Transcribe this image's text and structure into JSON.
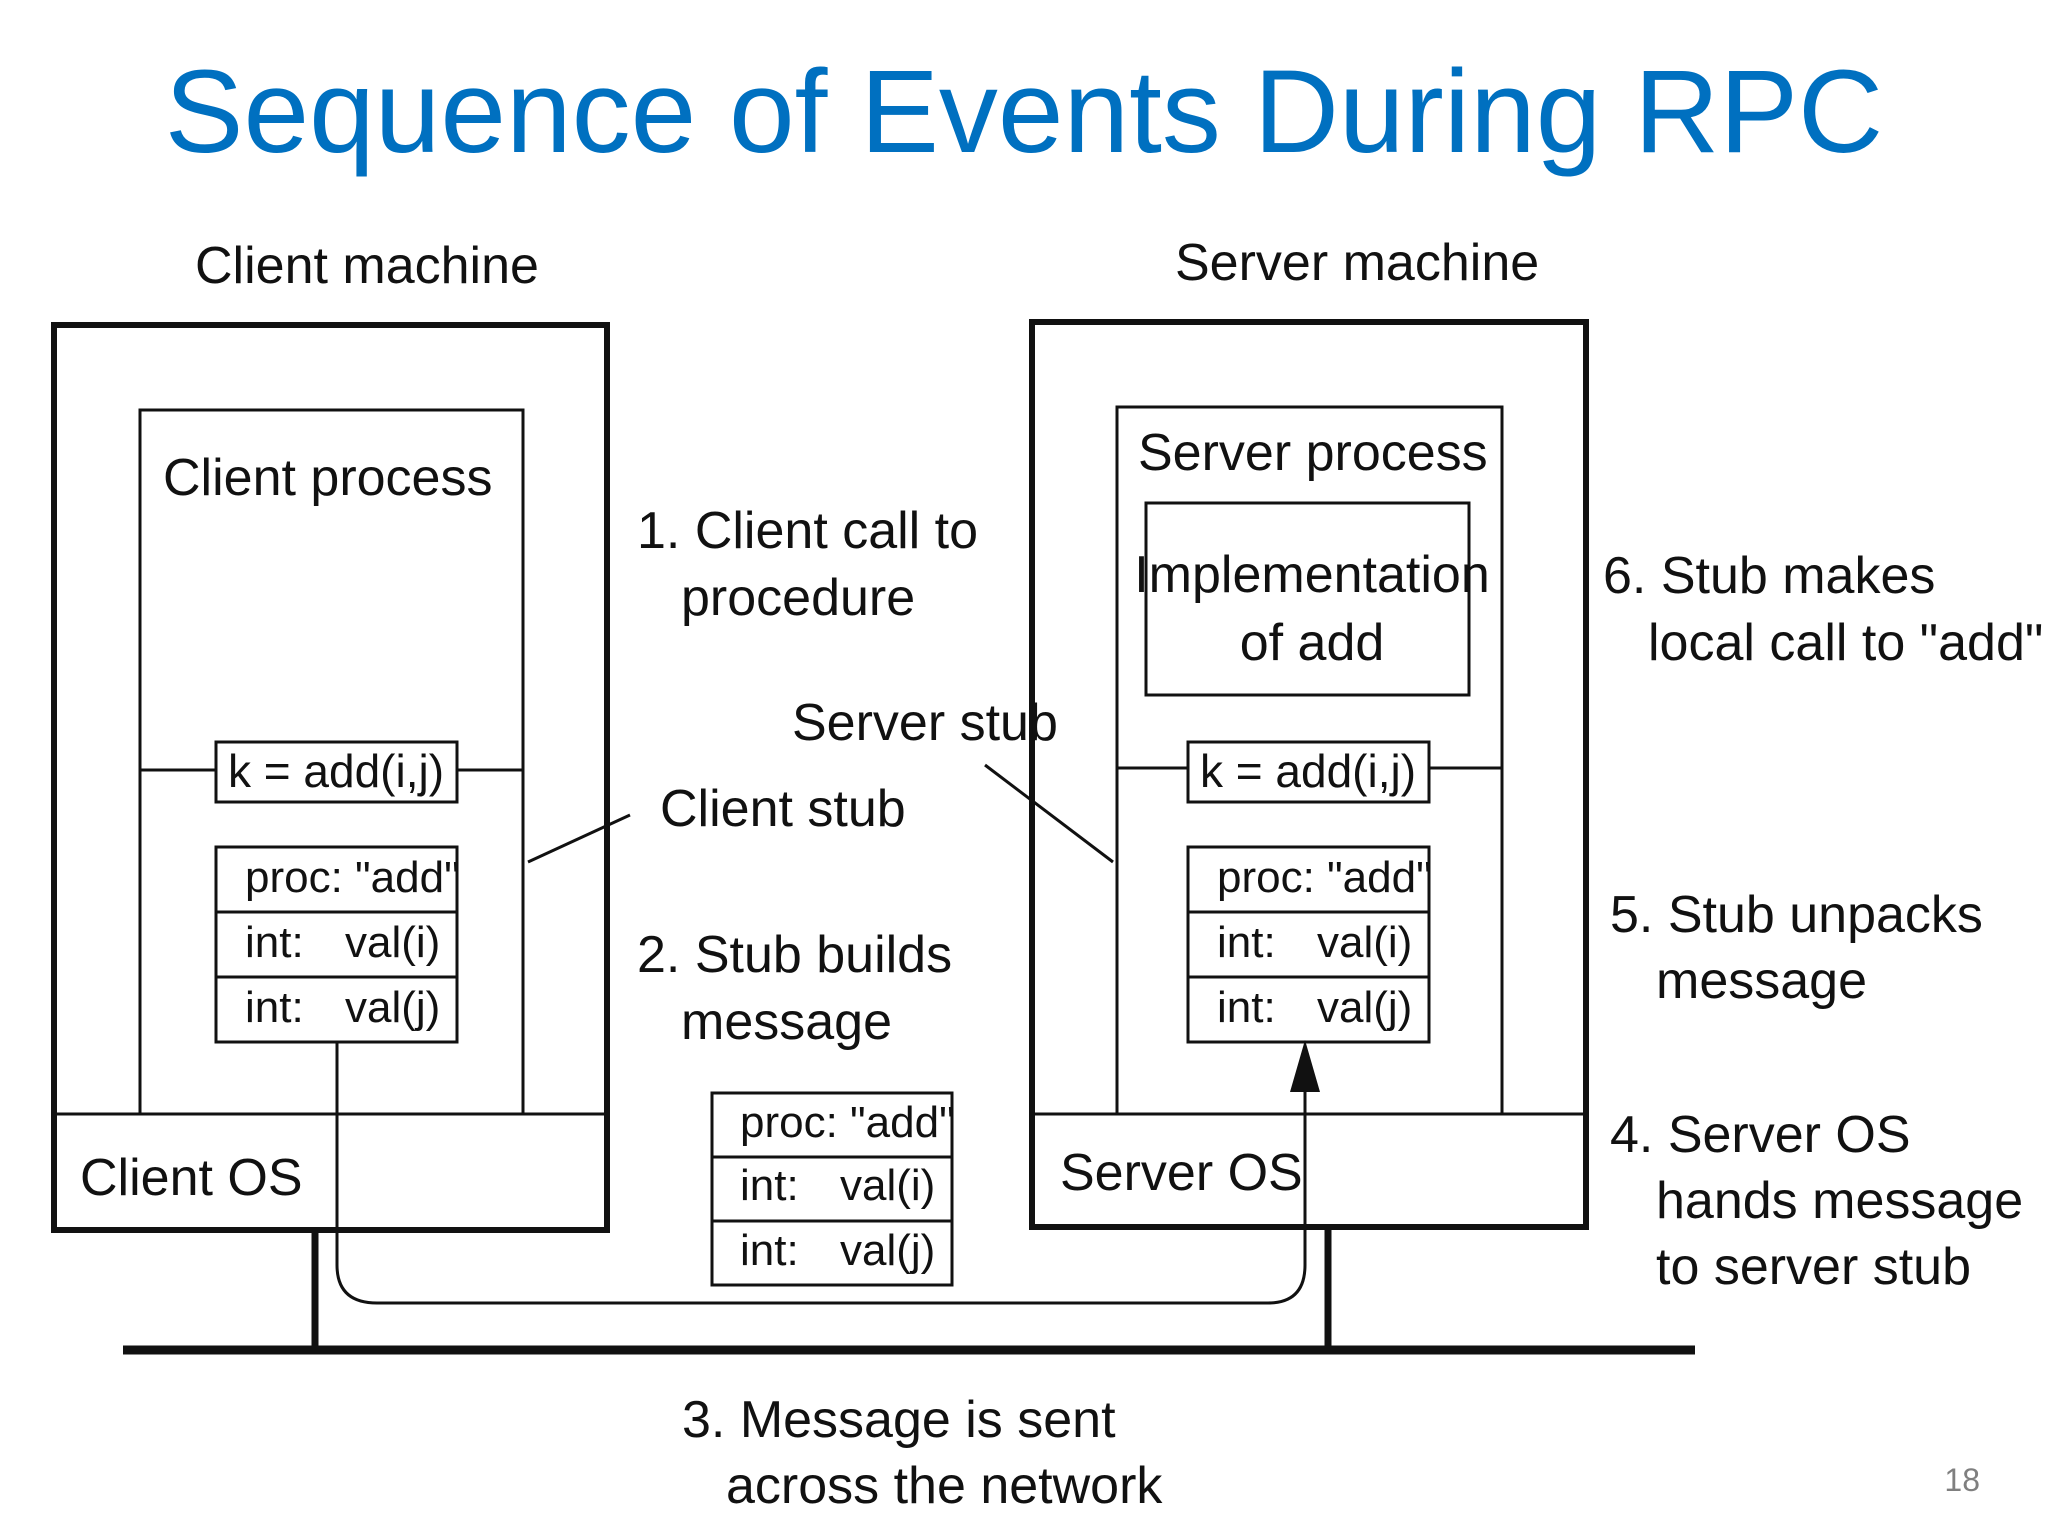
{
  "slide": {
    "title": "Sequence of Events During RPC",
    "page_number": "18"
  },
  "client": {
    "machine_label": "Client machine",
    "process_label": "Client process",
    "os_label": "Client OS",
    "call": "k = add(i,j)",
    "stub_label": "Client stub",
    "message": [
      "proc: \"add\"",
      "int:",
      "val(i)",
      "int:",
      "val(j)"
    ]
  },
  "server": {
    "machine_label": "Server machine",
    "process_label": "Server process",
    "os_label": "Server OS",
    "impl_line1": "Implementation",
    "impl_line2": "of add",
    "call": "k = add(i,j)",
    "stub_label": "Server stub",
    "message": [
      "proc: \"add\"",
      "int:",
      "val(i)",
      "int:",
      "val(j)"
    ]
  },
  "network_message": [
    "proc: \"add\"",
    "int:",
    "val(i)",
    "int:",
    "val(j)"
  ],
  "steps": {
    "s1_line1": "1. Client call to",
    "s1_line2": "procedure",
    "s2_line1": "2. Stub builds",
    "s2_line2": "message",
    "s3_line1": "3. Message is sent",
    "s3_line2": "across the network",
    "s4_line1": "4. Server OS",
    "s4_line2": "hands message",
    "s4_line3": "to server stub",
    "s5_line1": "5. Stub unpacks",
    "s5_line2": "message",
    "s6_line1": "6. Stub makes",
    "s6_line2": "local call to \"add\""
  }
}
